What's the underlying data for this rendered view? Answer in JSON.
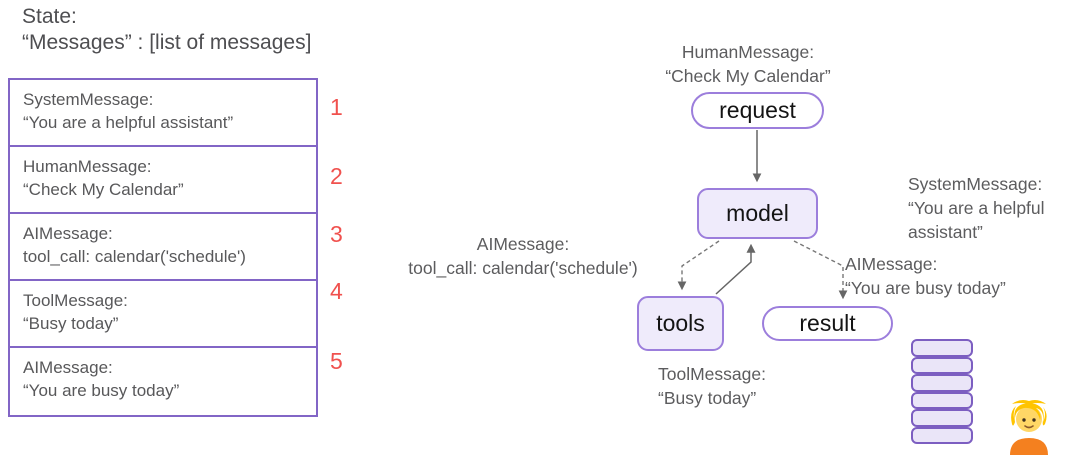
{
  "state_panel": {
    "title": "State:",
    "subtitle": "“Messages” : [list of messages]",
    "messages": [
      {
        "type": "SystemMessage:",
        "content": "“You are a helpful assistant”",
        "index": "1"
      },
      {
        "type": "HumanMessage:",
        "content": "“Check My Calendar”",
        "index": "2"
      },
      {
        "type": "AIMessage:",
        "content": "tool_call: calendar('schedule')",
        "index": "3"
      },
      {
        "type": "ToolMessage:",
        "content": "“Busy today”",
        "index": "4"
      },
      {
        "type": "AIMessage:",
        "content": "“You are busy today”",
        "index": "5"
      }
    ]
  },
  "diagram": {
    "nodes": {
      "request": "request",
      "model": "model",
      "tools": "tools",
      "result": "result"
    },
    "labels": {
      "human": {
        "line1": "HumanMessage:",
        "line2": "“Check My Calendar”"
      },
      "system": {
        "line1": "SystemMessage:",
        "line2": "“You are a helpful",
        "line3": "assistant”"
      },
      "ai_toolcall": {
        "line1": "AIMessage:",
        "line2": "tool_call: calendar('schedule')"
      },
      "ai_busy": {
        "line1": "AIMessage:",
        "line2": "“You are busy today”"
      },
      "toolmsg": {
        "line1": "ToolMessage:",
        "line2": "“Busy today”"
      }
    },
    "stack_segments": 6,
    "person_icon": "blond-person-emoji"
  },
  "colors": {
    "node_border_purple": "#9c7edc",
    "table_border_purple": "#8265c6",
    "node_fill_purple": "#efebfb",
    "stack_fill": "#eae5f8",
    "number_red": "#f0514e",
    "label_gray": "#5c5c5e",
    "arrow_gray": "#666666"
  }
}
